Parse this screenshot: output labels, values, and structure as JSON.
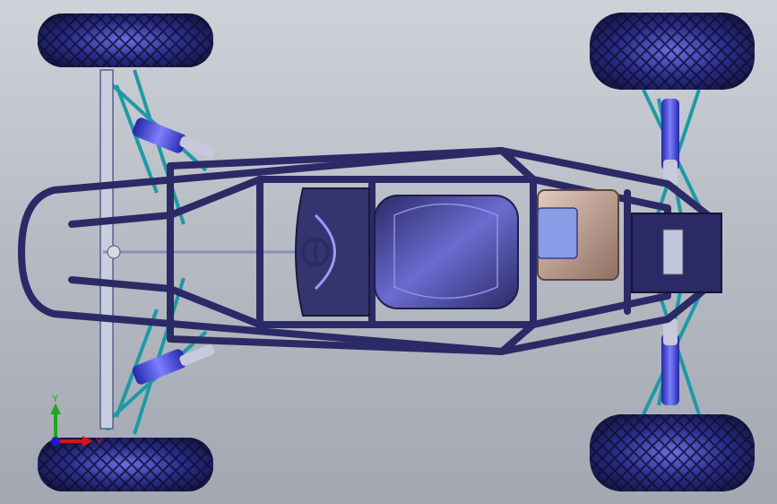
{
  "viewport": {
    "view": "top",
    "colors": {
      "background_top": "#cfd2d8",
      "background_bottom": "#a3a7b1",
      "frame_tube": "#2b2a66",
      "suspension_arm": "#1d9aa6",
      "coilover_spring": "#3c3fd6",
      "tire": "#1c1d58",
      "seat": "#4b4aa0",
      "engine_body": "#c8a898",
      "engine_cover": "#8a9be8"
    }
  },
  "triad": {
    "y_label": "Y",
    "x_label": "Y",
    "colors": {
      "y_axis": "#1fa51f",
      "x_axis": "#d01818",
      "origin": "#1a1ad0"
    }
  }
}
